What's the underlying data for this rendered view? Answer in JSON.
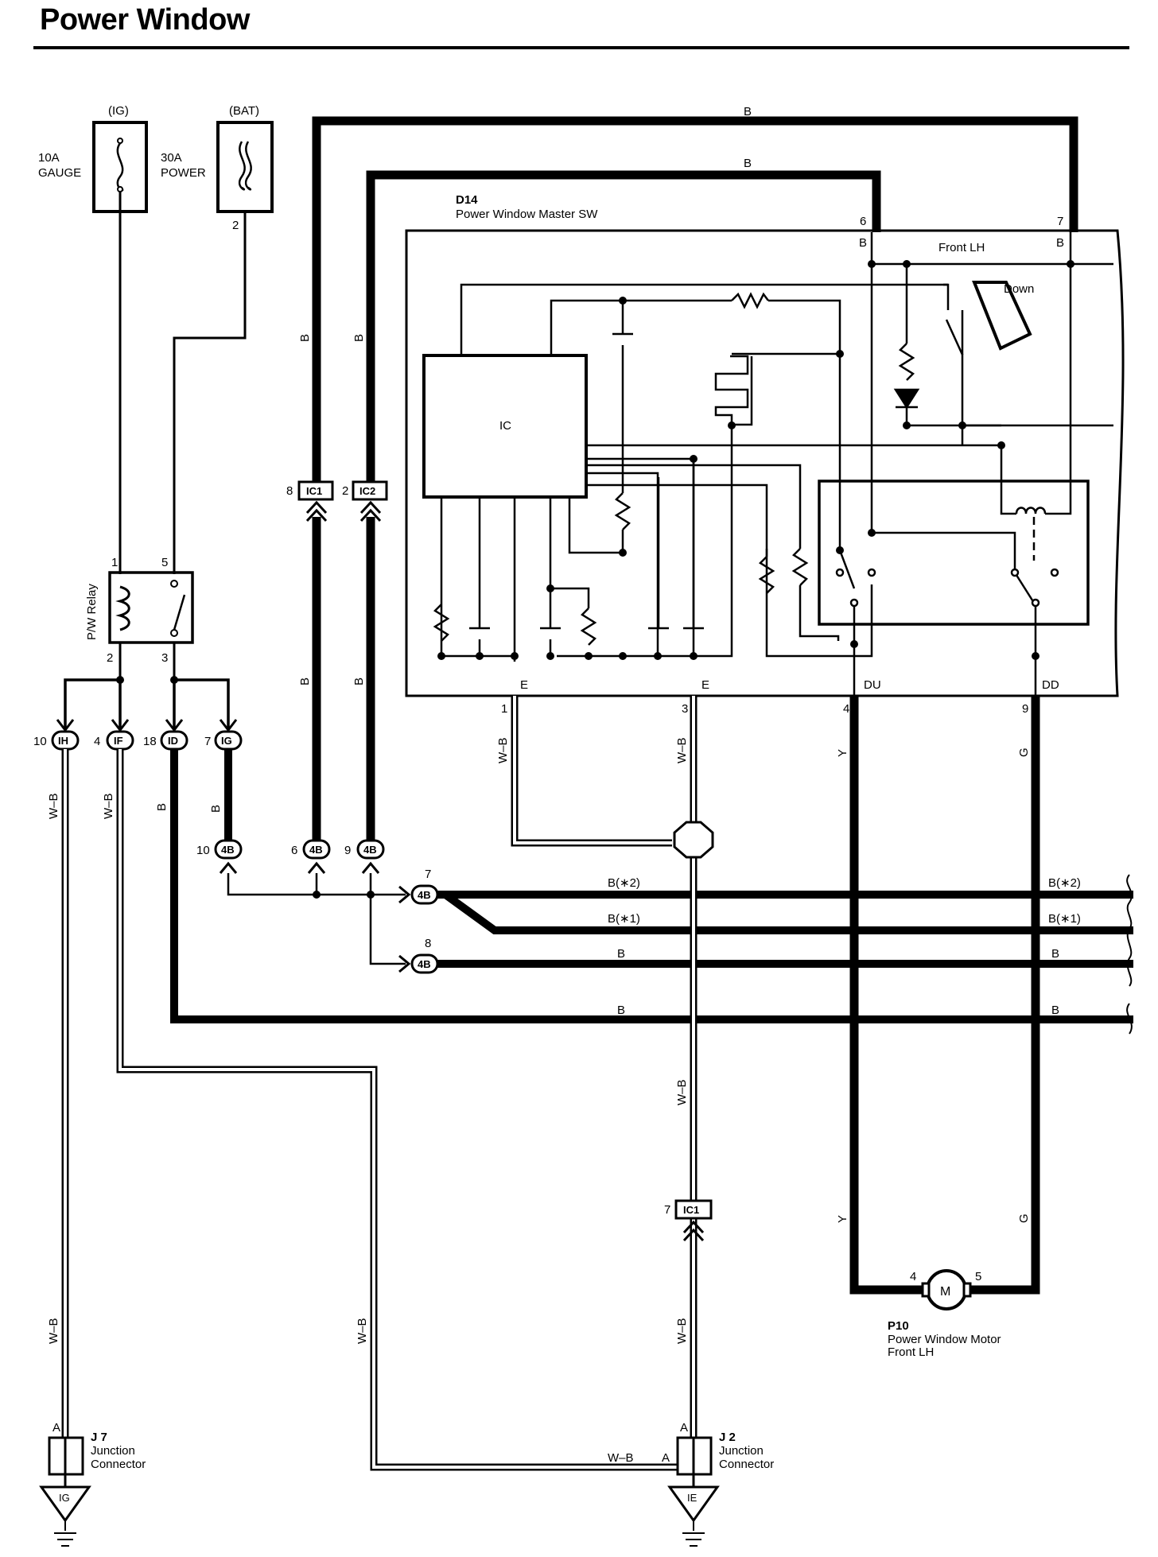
{
  "title": "Power Window",
  "fuses": [
    {
      "source": "(IG)",
      "rating": "10A",
      "name": "GAUGE"
    },
    {
      "source": "(BAT)",
      "rating": "30A",
      "name": "POWER",
      "pin": "2"
    }
  ],
  "relay": {
    "name": "P/W Relay",
    "pins": [
      "1",
      "5",
      "2",
      "3"
    ]
  },
  "master_switch": {
    "id": "D14",
    "name": "Power Window Master SW",
    "ic_label": "IC",
    "section_label": "Front LH",
    "down_label": "Down",
    "terminals": [
      "B",
      "B",
      "E",
      "E",
      "DU",
      "DD"
    ],
    "pin_numbers": [
      "6",
      "7",
      "1",
      "3",
      "4",
      "9"
    ]
  },
  "connectors": {
    "ih": {
      "pin": "10",
      "name": "IH"
    },
    "if": {
      "pin": "4",
      "name": "IF"
    },
    "id": {
      "pin": "18",
      "name": "ID"
    },
    "ig": {
      "pin": "7",
      "name": "IG"
    },
    "ic1_a": {
      "pin": "8",
      "name": "IC1"
    },
    "ic2": {
      "pin": "2",
      "name": "IC2"
    },
    "ic1_b": {
      "pin": "7",
      "name": "IC1"
    },
    "b4_10": {
      "pin": "10",
      "name": "4B"
    },
    "b4_6": {
      "pin": "6",
      "name": "4B"
    },
    "b4_9": {
      "pin": "9",
      "name": "4B"
    },
    "b4_7": {
      "pin": "7",
      "name": "4B"
    },
    "b4_8": {
      "pin": "8",
      "name": "4B"
    }
  },
  "wire_labels": {
    "b": "B",
    "wb": "W–B",
    "y": "Y",
    "g": "G",
    "b_star2": "B(∗2)",
    "b_star1": "B(∗1)"
  },
  "motor": {
    "id": "P10",
    "name_line1": "Power Window Motor",
    "name_line2": "Front LH",
    "symbol": "M",
    "pins": [
      "4",
      "5"
    ]
  },
  "junctions": [
    {
      "id": "J 7",
      "line1": "Junction",
      "line2": "Connector",
      "pin": "A",
      "ground": "IG"
    },
    {
      "id": "J 2",
      "line1": "Junction",
      "line2": "Connector",
      "pin": "A",
      "pin2": "A",
      "ground": "IE"
    }
  ]
}
